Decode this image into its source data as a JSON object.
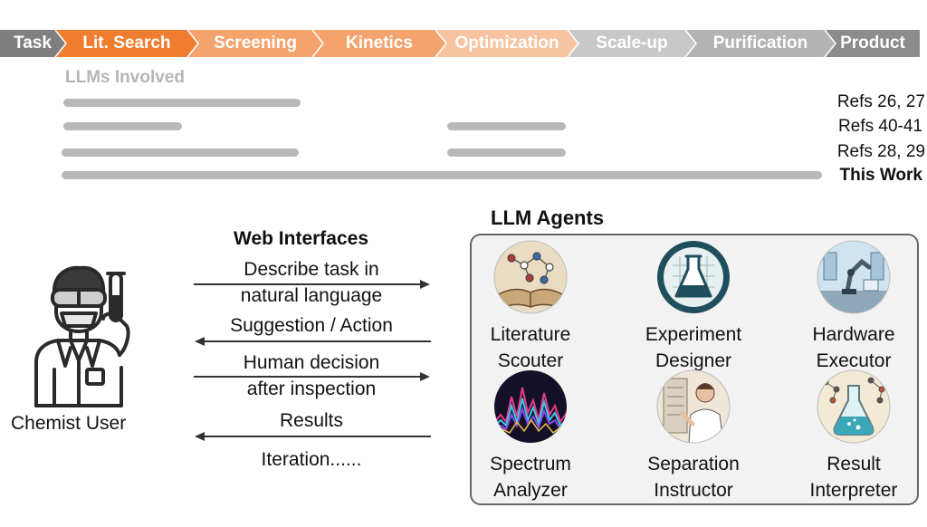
{
  "pipeline": {
    "steps": [
      {
        "label": "Task",
        "color": "#7f7f7f"
      },
      {
        "label": "Lit. Search",
        "color": "#ef7d2f"
      },
      {
        "label": "Screening",
        "color": "#f4a36d"
      },
      {
        "label": "Kinetics",
        "color": "#f4a36d"
      },
      {
        "label": "Optimization",
        "color": "#f8c3a0"
      },
      {
        "label": "Scale-up",
        "color": "#c8c8c8"
      },
      {
        "label": "Purification",
        "color": "#b3b3b3"
      },
      {
        "label": "Product",
        "color": "#8c8c8c"
      }
    ]
  },
  "llms_involved": {
    "title": "LLMs Involved",
    "refs": [
      "Refs 26, 27",
      "Refs 40-41",
      "Refs 28, 29",
      "This Work"
    ]
  },
  "user": {
    "label": "Chemist User",
    "icon": "chemist-icon"
  },
  "web_interfaces": {
    "title": "Web Interfaces",
    "flows": [
      {
        "line1": "Describe task in",
        "line2": "natural language",
        "direction": "right"
      },
      {
        "line1": "Suggestion / Action",
        "line2": "",
        "direction": "left"
      },
      {
        "line1": "Human decision",
        "line2": "after inspection",
        "direction": "right"
      },
      {
        "line1": "Results",
        "line2": "",
        "direction": "left"
      }
    ],
    "iteration": "Iteration......"
  },
  "agents": {
    "title": "LLM Agents",
    "items": [
      {
        "line1": "Literature",
        "line2": "Scouter",
        "icon": "literature-book-icon"
      },
      {
        "line1": "Experiment",
        "line2": "Designer",
        "icon": "flask-icon"
      },
      {
        "line1": "Hardware",
        "line2": "Executor",
        "icon": "robot-lab-icon"
      },
      {
        "line1": "Spectrum",
        "line2": "Analyzer",
        "icon": "spectrum-icon"
      },
      {
        "line1": "Separation",
        "line2": "Instructor",
        "icon": "scientist-icon"
      },
      {
        "line1": "Result",
        "line2": "Interpreter",
        "icon": "molecule-flask-icon"
      }
    ]
  }
}
